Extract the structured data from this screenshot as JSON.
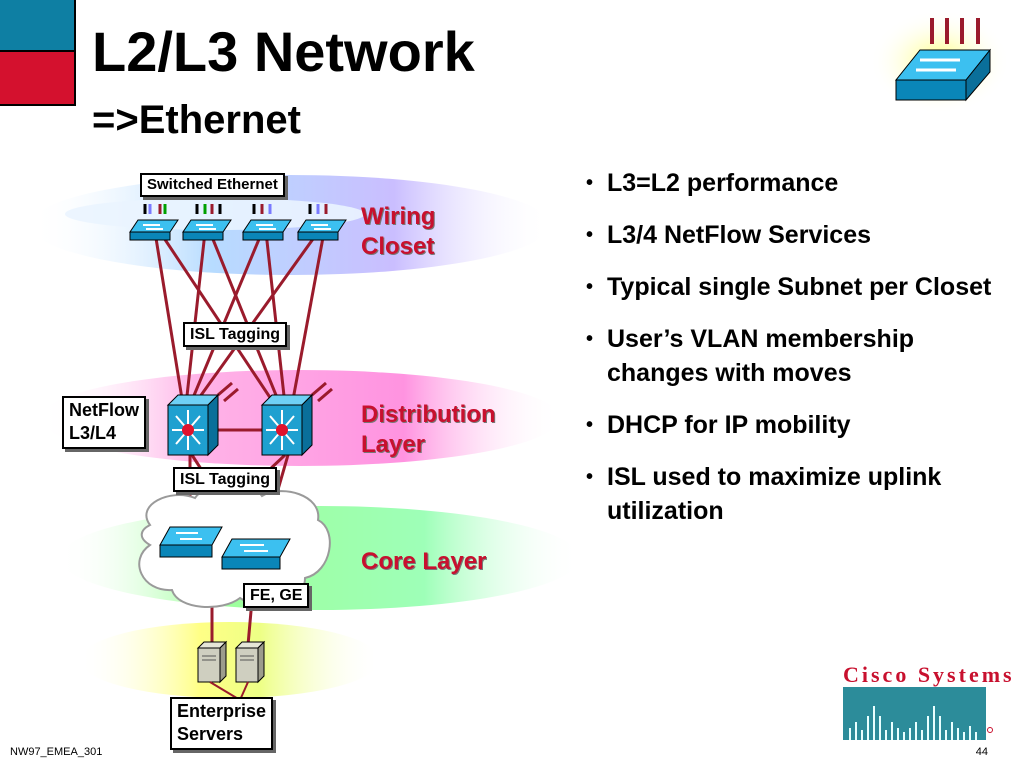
{
  "slide": {
    "title": "L2/L3 Network",
    "subtitle": "=>Ethernet",
    "footer": "NW97_EMEA_301",
    "page_number": "44"
  },
  "diagram": {
    "top_label": "Switched Ethernet",
    "isl_tagging_upper": "ISL Tagging",
    "isl_tagging_lower": "ISL Tagging",
    "netflow_label": [
      "NetFlow",
      "L3/L4"
    ],
    "fe_ge_label": "FE, GE",
    "servers_label": [
      "Enterprise",
      "Servers"
    ],
    "layers": {
      "wiring_closet": [
        "Wiring",
        "Closet"
      ],
      "distribution": [
        "Distribution",
        "Layer"
      ],
      "core": "Core Layer"
    }
  },
  "bullets": [
    "L3=L2 performance",
    "L3/4 NetFlow Services",
    "Typical single Subnet per Closet",
    "User’s VLAN membership changes with moves",
    "DHCP for IP mobility",
    "ISL used to maximize uplink utilization"
  ],
  "brand": {
    "name": "Cisco Systems",
    "colors": {
      "red": "#c8102e",
      "teal": "#0e7fa3",
      "link": "#9a1b2c",
      "switch": "#1fa0d0"
    }
  },
  "icons": [
    "switch-icon",
    "router-switch-icon",
    "server-icon",
    "cloud-icon",
    "cisco-logo-icon"
  ]
}
